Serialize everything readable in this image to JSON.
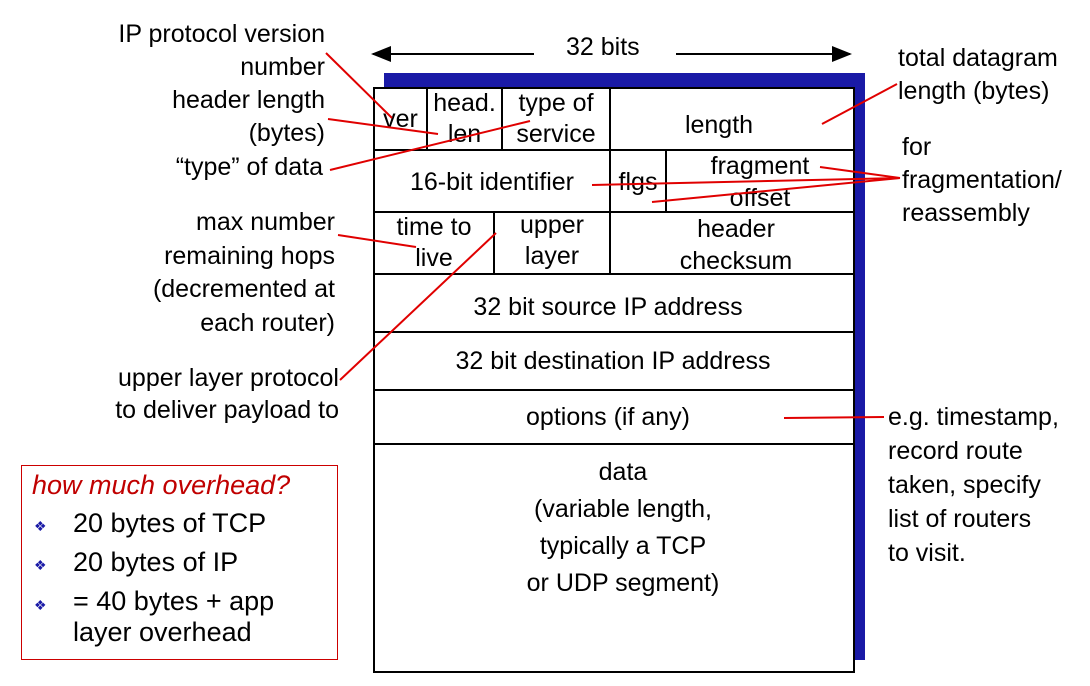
{
  "colors": {
    "accent_red": "#cc0000",
    "shadow_blue": "#1a1aa6"
  },
  "width_label": "32 bits",
  "fields": {
    "ver": "ver",
    "head_len": [
      "head.",
      "len"
    ],
    "tos": [
      "type of",
      "service"
    ],
    "length": "length",
    "identifier": "16-bit identifier",
    "flgs": "flgs",
    "frag_offset": [
      "fragment",
      "offset"
    ],
    "ttl": [
      "time to",
      "live"
    ],
    "upper_layer": [
      "upper",
      "layer"
    ],
    "checksum": [
      "header",
      "checksum"
    ],
    "src": "32 bit source IP address",
    "dst": "32 bit destination IP address",
    "options": "options (if any)",
    "data": [
      "data",
      "(variable length,",
      "typically a TCP",
      "or UDP segment)"
    ]
  },
  "annotations": {
    "version": [
      "IP protocol version",
      "number"
    ],
    "header_length": [
      "header length",
      "(bytes)"
    ],
    "type_of_data": "“type” of data",
    "max_hops": [
      "max number",
      "remaining hops",
      "(decremented at",
      "each router)"
    ],
    "upper_protocol": [
      "upper layer protocol",
      "to deliver payload to"
    ],
    "total_length": [
      "total datagram",
      "length (bytes)"
    ],
    "fragmentation": [
      "for",
      "fragmentation/",
      "reassembly"
    ],
    "options_examples": [
      "e.g. timestamp,",
      "record route",
      "taken, specify",
      "list of routers",
      "to visit."
    ]
  },
  "overhead": {
    "title": "how much overhead?",
    "items": [
      "20 bytes of TCP",
      "20 bytes of IP",
      "= 40 bytes + app",
      "layer overhead"
    ]
  }
}
